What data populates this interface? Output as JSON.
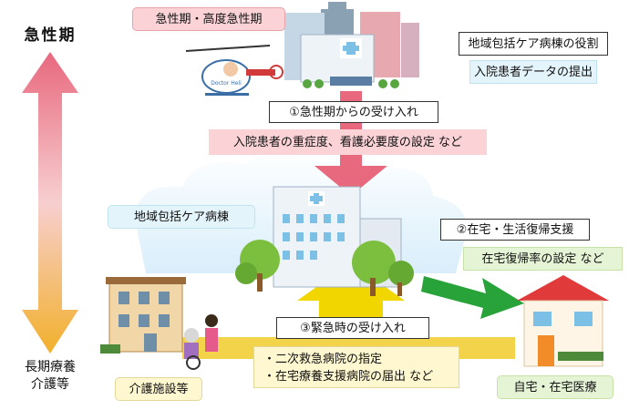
{
  "axis": {
    "top_label": "急性期",
    "bottom_label_line1": "長期療養",
    "bottom_label_line2": "介護等"
  },
  "labels": {
    "acute_title": "急性期・高度急性期",
    "role_line1": "地域包括ケア病棟の役割",
    "role_line2": "入院患者データの提出",
    "step1": "①急性期からの受け入れ",
    "step1_detail": "入院患者の重症度、看護必要度の設定 など",
    "ward": "地域包括ケア病棟",
    "step2": "②在宅・生活復帰支援",
    "step2_detail": "在宅復帰率の設定 など",
    "step3": "③緊急時の受け入れ",
    "step3_detail1": "・二次救急病院の指定",
    "step3_detail2": "・在宅療養支援病院の届出 など",
    "care_facility": "介護施設等",
    "home": "自宅・在宅医療",
    "helicopter_text": "Doctor Heli"
  },
  "colors": {
    "arrow_top": "#e8687e",
    "arrow_bottom": "#f2b02b",
    "down_arrow": "#e8687e",
    "up_arrow": "#f2d600",
    "green_arrow": "#27a33a",
    "yellow_road": "#f3d34a"
  }
}
